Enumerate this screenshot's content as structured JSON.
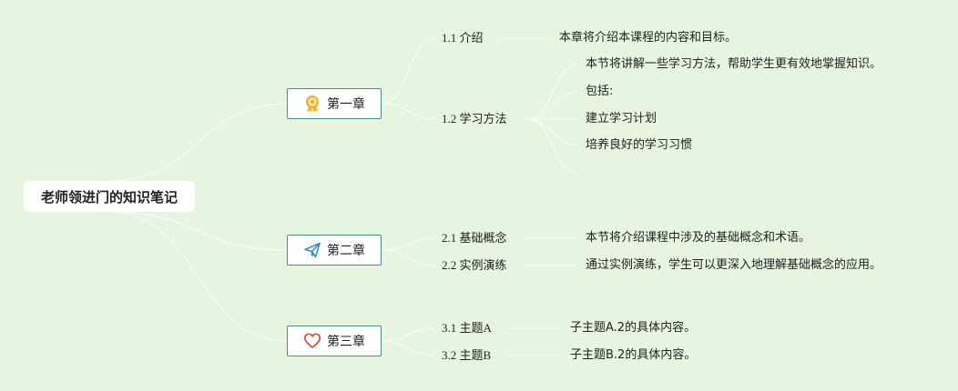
{
  "root": {
    "label": "老师领进门的知识笔记"
  },
  "chapters": [
    {
      "label": "第一章",
      "icon": "award-badge-icon",
      "sections": [
        {
          "label": "1.1 介绍",
          "details": [
            "本章将介绍本课程的内容和目标。"
          ]
        },
        {
          "label": "1.2 学习方法",
          "details": [
            "本节将讲解一些学习方法，帮助学生更有效地掌握知识。",
            "包括:",
            "建立学习计划",
            "培养良好的学习习惯",
            ""
          ]
        }
      ]
    },
    {
      "label": "第二章",
      "icon": "paper-plane-icon",
      "sections": [
        {
          "label": "2.1 基础概念",
          "details": [
            "本节将介绍课程中涉及的基础概念和术语。"
          ]
        },
        {
          "label": "2.2 实例演练",
          "details": [
            "通过实例演练，学生可以更深入地理解基础概念的应用。"
          ]
        }
      ]
    },
    {
      "label": "第三章",
      "icon": "heart-icon",
      "sections": [
        {
          "label": "3.1 主题A",
          "details": [
            "子主题A.2的具体内容。"
          ]
        },
        {
          "label": "3.2 主题B",
          "details": [
            "子主题B.2的具体内容。"
          ]
        }
      ]
    }
  ],
  "colors": {
    "background": "#e6f4e0",
    "connector": "#f7fbf3",
    "chapter_border": "#4e8a8a",
    "badge_icon": "#f0b429",
    "plane_icon": "#3a8fb7",
    "heart_icon": "#e0473c"
  }
}
